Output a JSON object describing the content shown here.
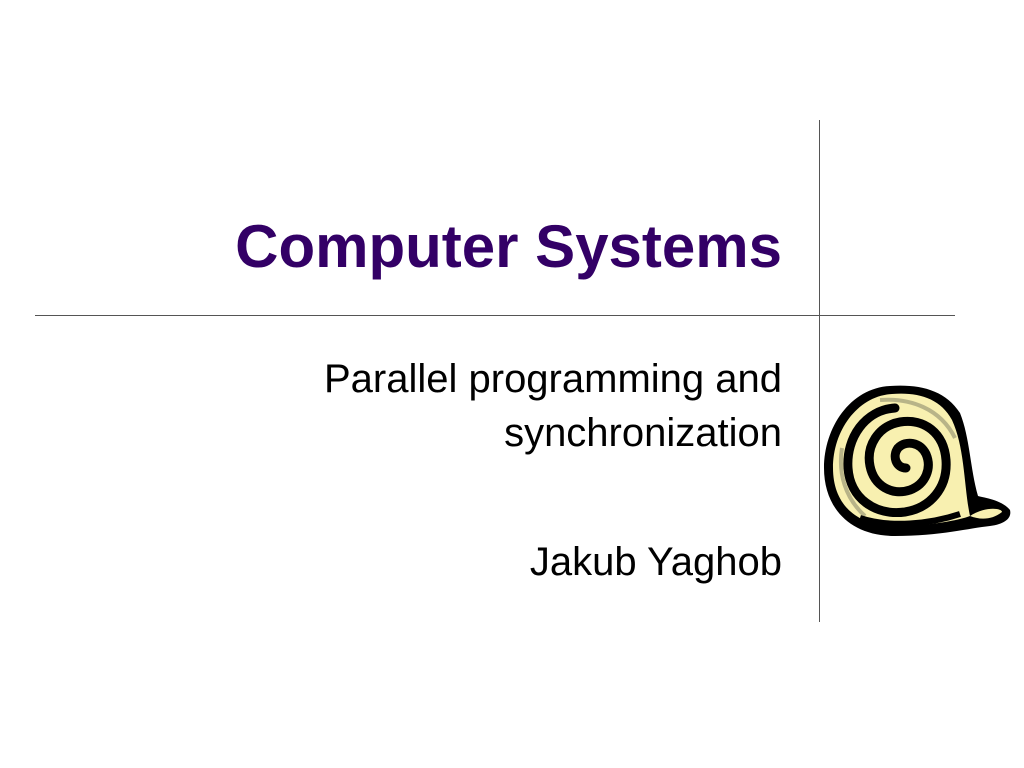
{
  "slide": {
    "title": "Computer Systems",
    "subtitle_line1": "Parallel programming and",
    "subtitle_line2": "synchronization",
    "author": "Jakub Yaghob"
  },
  "colors": {
    "title": "#330066",
    "scroll_fill": "#f8f0b0",
    "scroll_shade": "#b8b488"
  }
}
